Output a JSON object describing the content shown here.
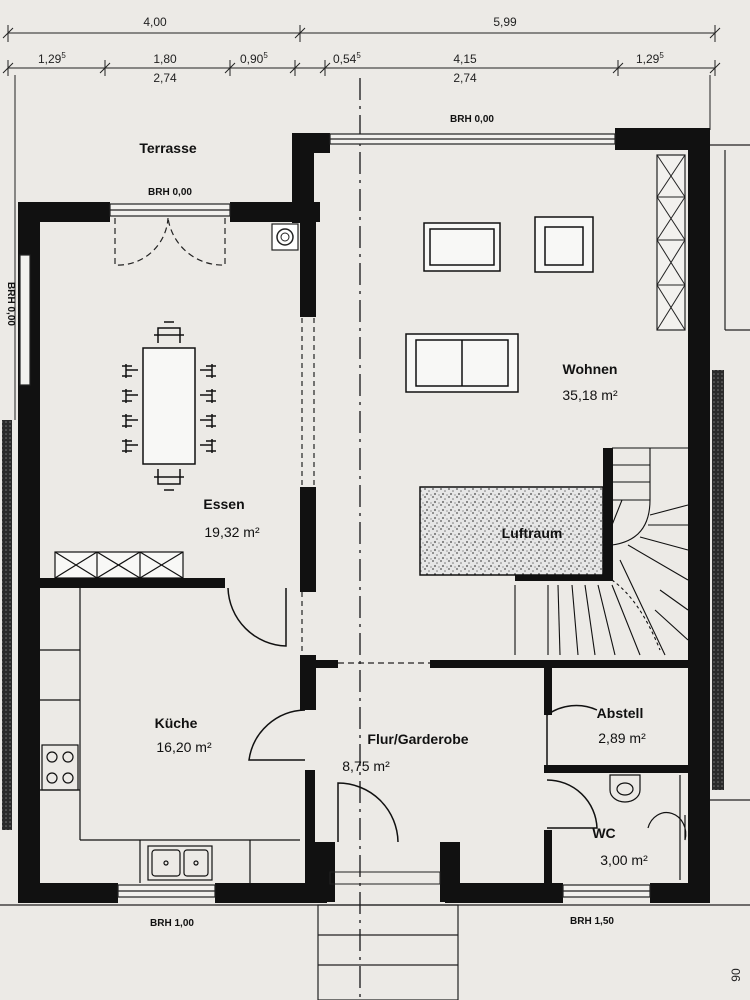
{
  "dimensions": {
    "top_row": [
      "4,00",
      "5,99"
    ],
    "second_row": {
      "d1": "1,29",
      "d1_sup": "5",
      "d2_top": "1,80",
      "d2_bottom": "2,74",
      "d3": "0,90",
      "d3_sup": "5",
      "d4": "0,54",
      "d4_sup": "5",
      "d5_top": "4,15",
      "d5_bottom": "2,74",
      "d6": "1,29",
      "d6_sup": "5"
    }
  },
  "windows": {
    "wohnen_top": "BRH 0,00",
    "essen_top": "BRH 0,00",
    "essen_left": "BRH 0,00",
    "kueche_bottom": "BRH 1,00",
    "wc_bottom": "BRH 1,50"
  },
  "rooms": {
    "terrasse": {
      "name": "Terrasse"
    },
    "essen": {
      "name": "Essen",
      "area": "19,32 m²"
    },
    "wohnen": {
      "name": "Wohnen",
      "area": "35,18 m²"
    },
    "luftraum": {
      "name": "Luftraum"
    },
    "kueche": {
      "name": "Küche",
      "area": "16,20 m²"
    },
    "flur": {
      "name": "Flur/Garderobe",
      "area": "8,75 m²"
    },
    "abstell": {
      "name": "Abstell",
      "area": "2,89 m²"
    },
    "wc": {
      "name": "WC",
      "area": "3,00 m²"
    }
  },
  "corner_mark": "90",
  "colors": {
    "paper": "#eceae6",
    "wall": "#111111",
    "line": "#222222",
    "speckle": "#888888"
  }
}
